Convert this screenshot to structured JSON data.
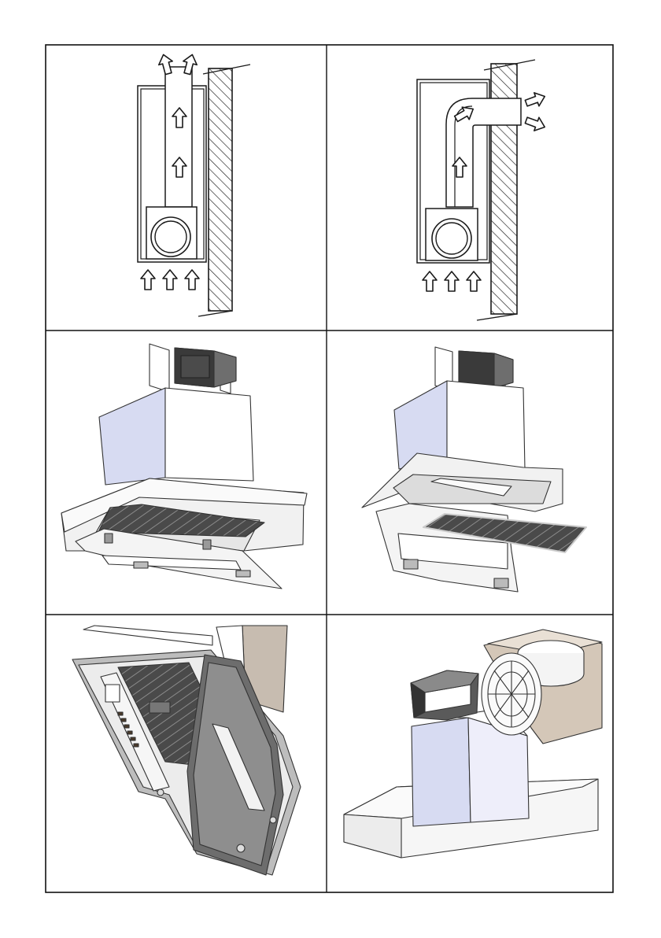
{
  "page": {
    "background": "#ffffff",
    "border_color": "#111111"
  },
  "panels": [
    {
      "id": "vertical-exhaust-diagram",
      "kind": "airflow-diagram",
      "variant": "vertical-outlet"
    },
    {
      "id": "wall-exhaust-diagram",
      "kind": "airflow-diagram",
      "variant": "horizontal-outlet"
    },
    {
      "id": "hood-panel-open-render",
      "kind": "3d-render",
      "variant": "front-panel-tilted-down"
    },
    {
      "id": "hood-filter-removed-render",
      "kind": "3d-render",
      "variant": "panel-and-filter-detached"
    },
    {
      "id": "hood-underside-render",
      "kind": "3d-render",
      "variant": "underside-with-panel-open"
    },
    {
      "id": "hood-motor-assembly-render",
      "kind": "3d-render",
      "variant": "exploded-motor-and-chimney"
    }
  ],
  "colors": {
    "line": "#1a1a1a",
    "hatch": "#1a1a1a",
    "chimney_side": "#d7dbf2",
    "chimney_front": "#ffffff",
    "motor_box": "#5a5a5a",
    "motor_dark": "#2d2d2d",
    "filter": "#4d4d4d",
    "filter_stripe": "#7a7a7a",
    "steel": "#ececec",
    "steel_dark": "#bdbdbd",
    "side_panel": "#c7bcb0",
    "fan_housing": "#d4c7b8"
  }
}
